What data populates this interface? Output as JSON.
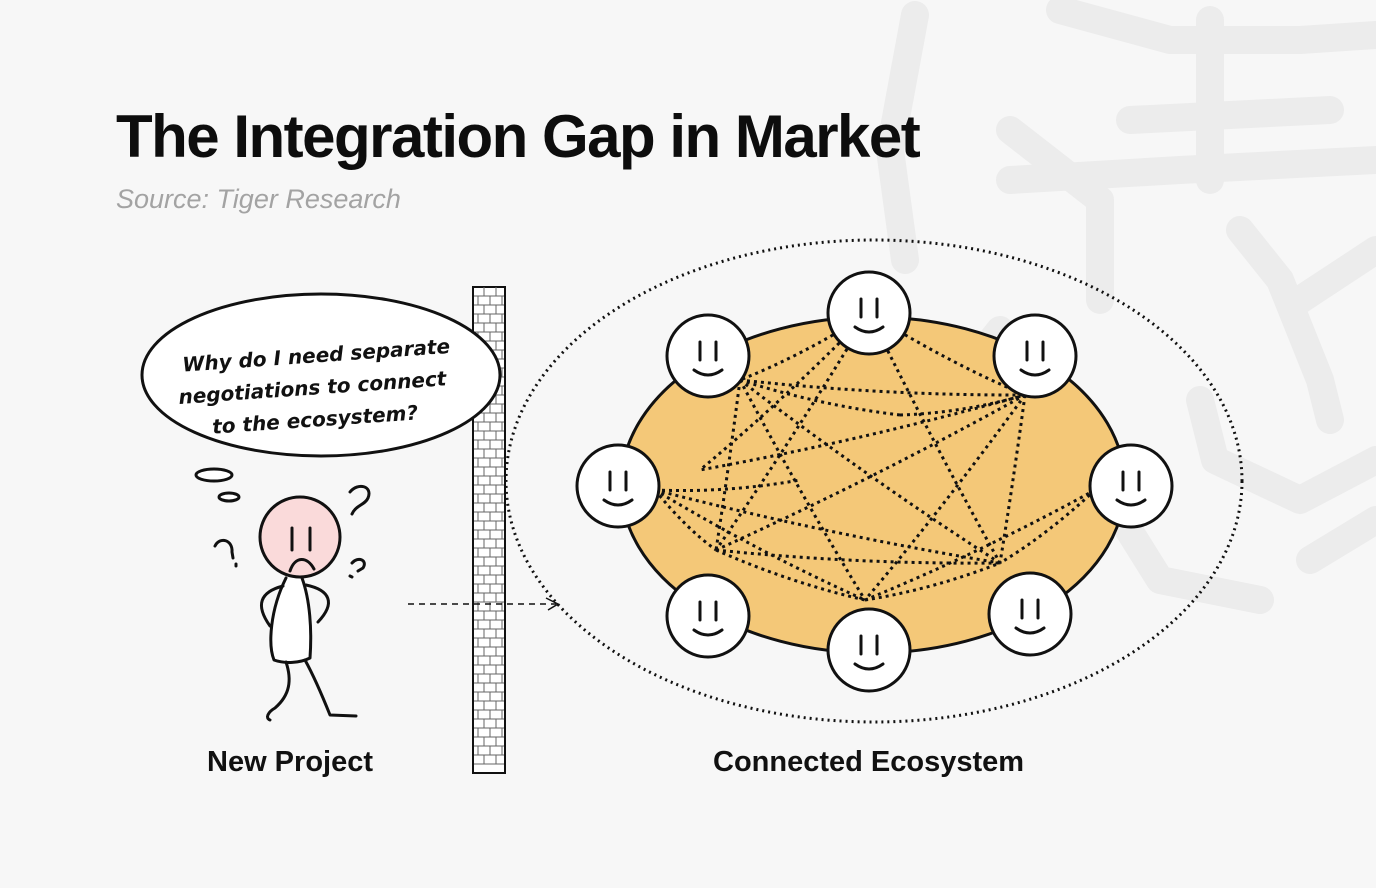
{
  "title": "The Integration Gap in Market",
  "source": "Source: Tiger Research",
  "speech_bubble": {
    "lines": [
      "Why do I need separate",
      "negotiations to connect",
      "to the ecosystem?"
    ]
  },
  "labels": {
    "left": "New Project",
    "right": "Connected Ecosystem"
  },
  "colors": {
    "ecosystem_fill": "#f4c878",
    "face_fill_sad": "#fadada",
    "face_fill_happy": "#ffffff",
    "line": "#111111"
  }
}
